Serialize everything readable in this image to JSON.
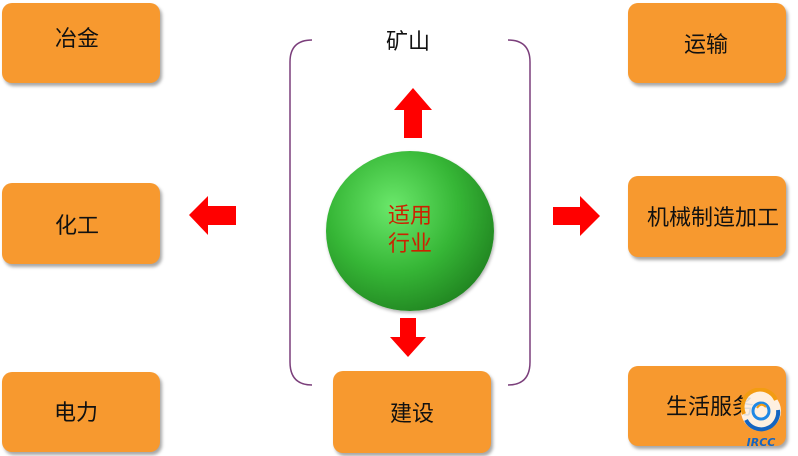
{
  "center": {
    "line1": "适用",
    "line2": "行业",
    "text_color": "#CC2200",
    "ball_color": "#36B636"
  },
  "top_label": "矿山",
  "boxes": {
    "metallurgy": "冶金",
    "chemical": "化工",
    "power": "电力",
    "transport": "运输",
    "machinery": "机械制造加工",
    "services": "生活服务",
    "construction": "建设"
  },
  "logo": {
    "text": "IRCC"
  },
  "colors": {
    "box": "#F7992F",
    "arrow": "#FF0000",
    "bracket": "#7B3F7B",
    "logo_blue": "#1565C0",
    "logo_orange": "#F39C12"
  }
}
